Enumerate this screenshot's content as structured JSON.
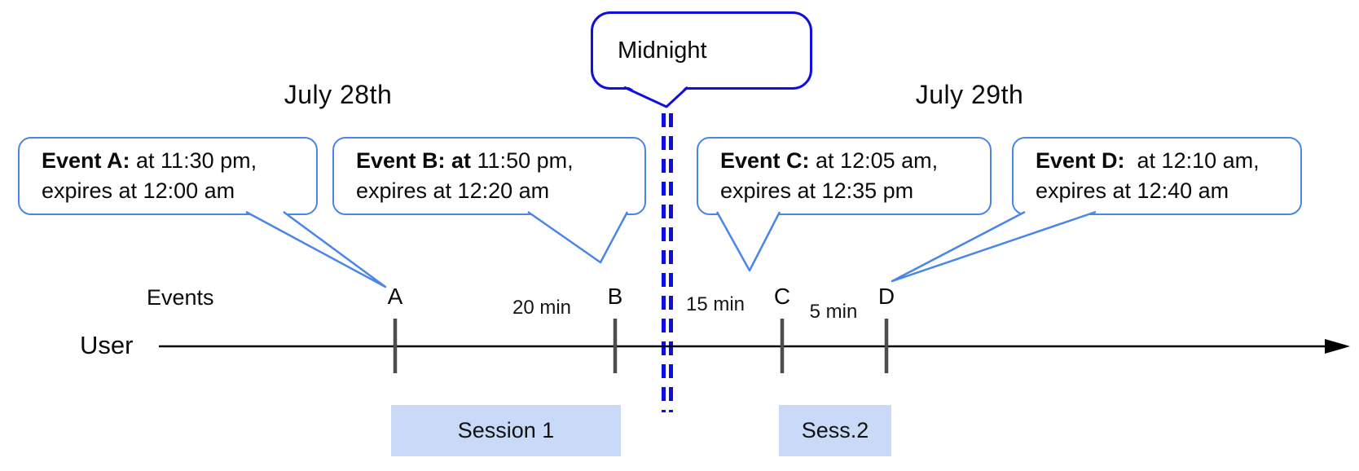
{
  "day_labels": {
    "left": "July 28th",
    "right": "July 29th"
  },
  "midnight": {
    "label": "Midnight"
  },
  "axis": {
    "row_label": "User",
    "events_label": "Events"
  },
  "events": [
    {
      "label": "A",
      "line1_bold": "Event A:",
      "line1_rest": " at 11:30 pm,",
      "line2": "expires at 12:00 am"
    },
    {
      "label": "B",
      "line1_bold": "Event B: at",
      "line1_rest": " 11:50 pm,",
      "line2": "expires at 12:20 am"
    },
    {
      "label": "C",
      "line1_bold": "Event C:",
      "line1_rest": " at 12:05 am,",
      "line2": "expires at 12:35 pm"
    },
    {
      "label": "D",
      "line1_bold": "Event D:",
      "line1_rest": "  at 12:10 am,",
      "line2": "expires at 12:40 am"
    }
  ],
  "intervals": [
    {
      "label": "20 min"
    },
    {
      "label": "15 min"
    },
    {
      "label": "5 min"
    }
  ],
  "sessions": [
    {
      "label": "Session 1"
    },
    {
      "label": "Sess.2"
    }
  ],
  "colors": {
    "event_border": "#4a86e8",
    "midnight_border": "#0f0fe0",
    "midnight_line": "#0d0de8",
    "session_fill": "#c9daf8",
    "tick": "#4d4d4d",
    "timeline": "#000000"
  }
}
